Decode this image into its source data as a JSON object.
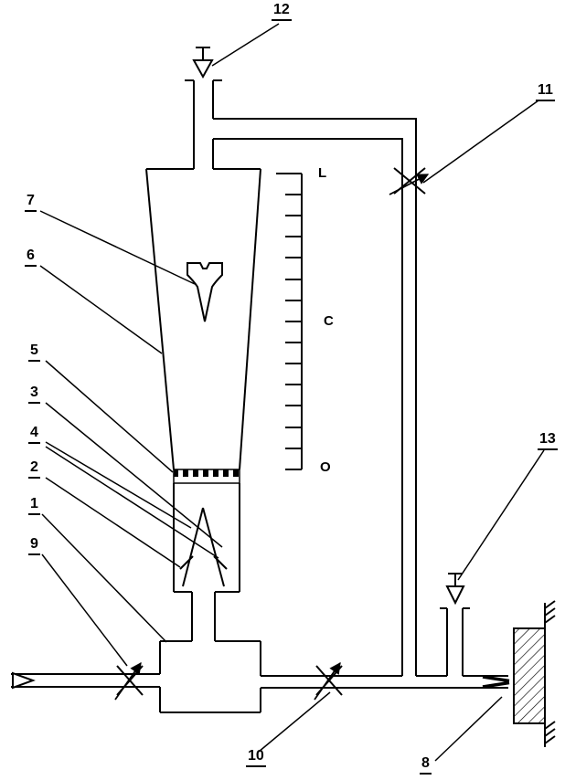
{
  "diagram": {
    "kind": "flow-apparatus-schematic",
    "ink_color": "#000000",
    "background_color": "#ffffff",
    "part_labels": {
      "p1": "1",
      "p2": "2",
      "p3": "3",
      "p4": "4",
      "p5": "5",
      "p6": "6",
      "p7": "7",
      "p8": "8",
      "p9": "9",
      "p10": "10",
      "p11": "11",
      "p12": "12",
      "p13": "13"
    },
    "scale": {
      "top": "L",
      "middle": "C",
      "bottom": "O"
    }
  }
}
